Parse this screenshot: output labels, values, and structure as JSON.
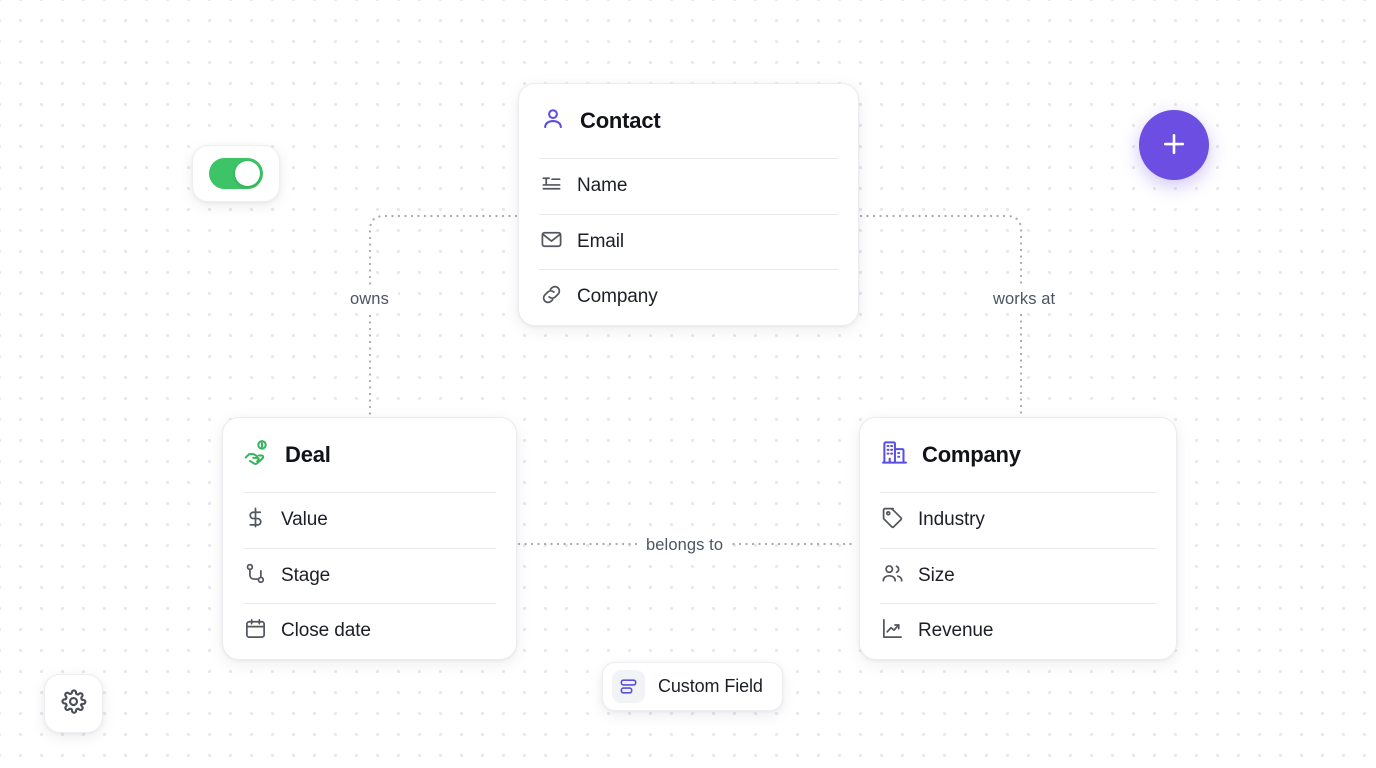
{
  "canvas": {
    "background_color": "#ffffff",
    "dot_color": "#e7e8ec"
  },
  "colors": {
    "accent_purple": "#6c4ee3",
    "icon_purple": "#5b4fe0",
    "deal_green": "#35b45e",
    "toggle_green": "#3cc466",
    "field_icon_gray": "#53565e",
    "divider": "#e9eaee",
    "connector": "#a8a9ae"
  },
  "entities": [
    {
      "id": "contact",
      "title": "Contact",
      "header_icon": "user-icon",
      "header_icon_color": "#5b4fe0",
      "fields": [
        {
          "label": "Name",
          "icon": "text-heading-icon"
        },
        {
          "label": "Email",
          "icon": "envelope-icon"
        },
        {
          "label": "Company",
          "icon": "link-icon"
        }
      ]
    },
    {
      "id": "deal",
      "title": "Deal",
      "header_icon": "hand-coins-icon",
      "header_icon_color": "#35b45e",
      "fields": [
        {
          "label": "Value",
          "icon": "dollar-sign-icon"
        },
        {
          "label": "Stage",
          "icon": "waypoints-icon"
        },
        {
          "label": "Close date",
          "icon": "calendar-icon"
        }
      ]
    },
    {
      "id": "company",
      "title": "Company",
      "header_icon": "building-icon",
      "header_icon_color": "#5b4fe0",
      "fields": [
        {
          "label": "Industry",
          "icon": "tag-icon"
        },
        {
          "label": "Size",
          "icon": "users-icon"
        },
        {
          "label": "Revenue",
          "icon": "trending-up-icon"
        }
      ]
    }
  ],
  "connections": [
    {
      "id": "owns",
      "label": "owns",
      "from": "contact",
      "to": "deal"
    },
    {
      "id": "works-at",
      "label": "works at",
      "from": "contact",
      "to": "company"
    },
    {
      "id": "belongs-to",
      "label": "belongs to",
      "from": "deal",
      "to": "company"
    }
  ],
  "controls": {
    "toggle": {
      "state": "on",
      "icon": "toggle-switch-icon"
    },
    "settings": {
      "icon": "gear-icon"
    },
    "add": {
      "label": "+",
      "icon": "plus-icon"
    },
    "custom_field": {
      "label": "Custom Field",
      "icon": "custom-field-icon"
    }
  }
}
